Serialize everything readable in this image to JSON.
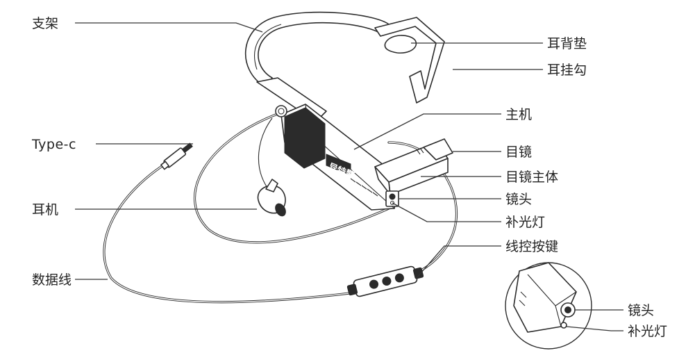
{
  "labels": {
    "bracket": "支架",
    "ear_pad": "耳背垫",
    "ear_hook": "耳挂勾",
    "main_unit": "主机",
    "eyepiece": "目镜",
    "eyepiece_body": "目镜主体",
    "lens": "镜头",
    "fill_light": "补光灯",
    "wire_control": "线控按键",
    "typec": "Type-c",
    "earphone": "耳机",
    "data_cable": "数据线",
    "detail_lens": "镜头",
    "detail_fill_light": "补光灯"
  },
  "device": {
    "brand_mark": "异特警"
  }
}
